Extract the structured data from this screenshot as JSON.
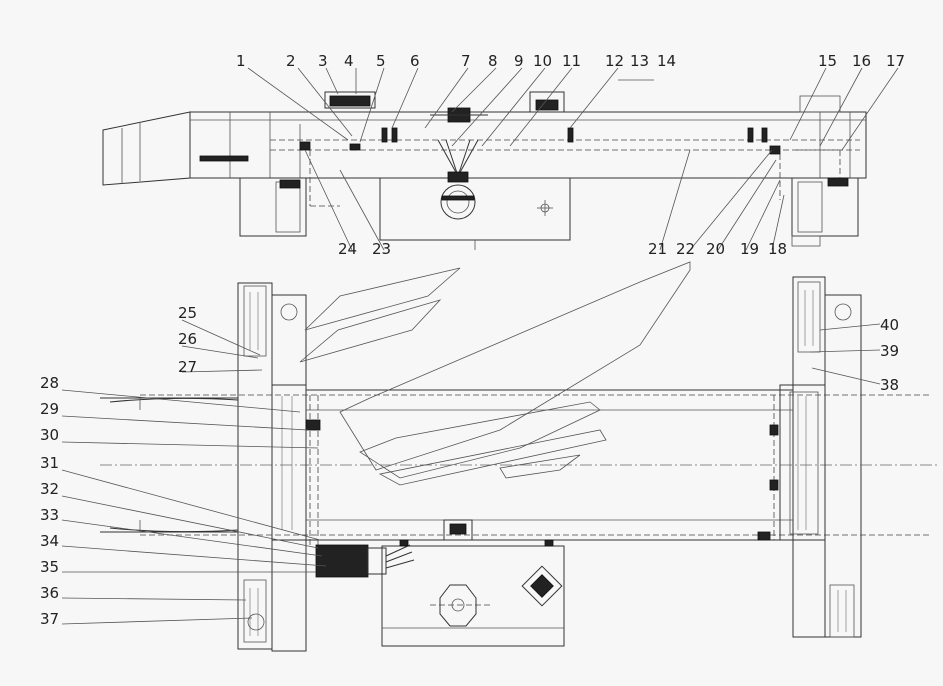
{
  "diagram": {
    "callouts": [
      {
        "id": "1",
        "text": "1"
      },
      {
        "id": "2",
        "text": "2"
      },
      {
        "id": "3",
        "text": "3"
      },
      {
        "id": "4",
        "text": "4"
      },
      {
        "id": "5",
        "text": "5"
      },
      {
        "id": "6",
        "text": "6"
      },
      {
        "id": "7",
        "text": "7"
      },
      {
        "id": "8",
        "text": "8"
      },
      {
        "id": "9",
        "text": "9"
      },
      {
        "id": "10",
        "text": "10"
      },
      {
        "id": "11",
        "text": "11"
      },
      {
        "id": "12",
        "text": "12"
      },
      {
        "id": "13",
        "text": "13"
      },
      {
        "id": "14",
        "text": "14"
      },
      {
        "id": "15",
        "text": "15"
      },
      {
        "id": "16",
        "text": "16"
      },
      {
        "id": "17",
        "text": "17"
      },
      {
        "id": "18",
        "text": "18"
      },
      {
        "id": "19",
        "text": "19"
      },
      {
        "id": "20",
        "text": "20"
      },
      {
        "id": "21",
        "text": "21"
      },
      {
        "id": "22",
        "text": "22"
      },
      {
        "id": "23",
        "text": "23"
      },
      {
        "id": "24",
        "text": "24"
      },
      {
        "id": "25",
        "text": "25"
      },
      {
        "id": "26",
        "text": "26"
      },
      {
        "id": "27",
        "text": "27"
      },
      {
        "id": "28",
        "text": "28"
      },
      {
        "id": "29",
        "text": "29"
      },
      {
        "id": "30",
        "text": "30"
      },
      {
        "id": "31",
        "text": "31"
      },
      {
        "id": "32",
        "text": "32"
      },
      {
        "id": "33",
        "text": "33"
      },
      {
        "id": "34",
        "text": "34"
      },
      {
        "id": "35",
        "text": "35"
      },
      {
        "id": "36",
        "text": "36"
      },
      {
        "id": "37",
        "text": "37"
      },
      {
        "id": "38",
        "text": "38"
      },
      {
        "id": "39",
        "text": "39"
      },
      {
        "id": "40",
        "text": "40"
      }
    ]
  }
}
